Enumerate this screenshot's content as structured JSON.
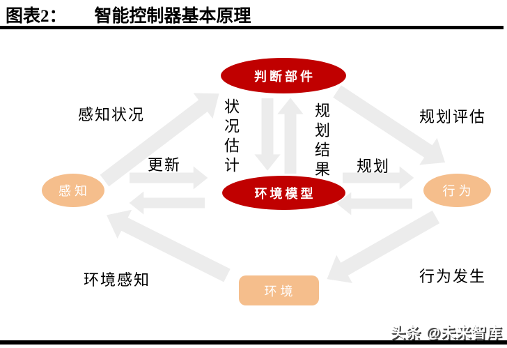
{
  "header": {
    "title_prefix": "图表2：",
    "title": "智能控制器基本原理"
  },
  "watermark": {
    "text": "头条 @未来智库"
  },
  "colors": {
    "node_red": "#C00000",
    "node_peach": "#F5BE8C",
    "arrow_gray": "#ECECEC",
    "ink": "#000000"
  },
  "diagram": {
    "nodes": {
      "judgment": {
        "label": "判断部件",
        "shape": "ellipse",
        "color": "red"
      },
      "env_model": {
        "label": "环境模型",
        "shape": "ellipse",
        "color": "red"
      },
      "perception": {
        "label": "感知",
        "shape": "ellipse",
        "color": "peach"
      },
      "behavior": {
        "label": "行为",
        "shape": "ellipse",
        "color": "peach"
      },
      "environment": {
        "label": "环境",
        "shape": "rounded-rect",
        "color": "peach"
      }
    },
    "edge_labels": {
      "perceived_status": "感知状况",
      "update": "更新",
      "status_estimation": "状况估计",
      "planning_result": "规划结果",
      "planning_evaluation": "规划评估",
      "planning": "规划",
      "environment_perception": "环境感知",
      "behavior_occurs": "行为发生"
    },
    "edges": [
      {
        "from": "perception",
        "to": "judgment",
        "label": "感知状况"
      },
      {
        "from": "perception",
        "to": "env_model",
        "label": "更新"
      },
      {
        "from": "env_model",
        "to": "perception",
        "label": ""
      },
      {
        "from": "judgment",
        "to": "env_model",
        "label": "状况估计"
      },
      {
        "from": "env_model",
        "to": "judgment",
        "label": "规划结果"
      },
      {
        "from": "judgment",
        "to": "behavior",
        "label": "规划评估"
      },
      {
        "from": "env_model",
        "to": "behavior",
        "label": "规划"
      },
      {
        "from": "behavior",
        "to": "env_model",
        "label": ""
      },
      {
        "from": "environment",
        "to": "perception",
        "label": "环境感知"
      },
      {
        "from": "behavior",
        "to": "environment",
        "label": "行为发生"
      }
    ]
  }
}
